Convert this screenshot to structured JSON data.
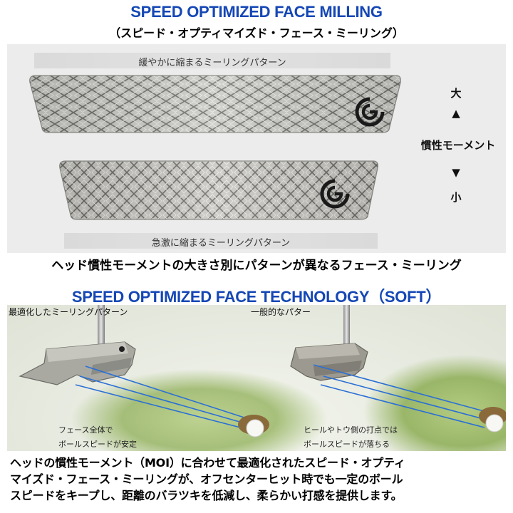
{
  "section1": {
    "title": "SPEED OPTIMIZED FACE MILLING",
    "subtitle": "（スピード・オプティマイズド・フェース・ミーリング）",
    "top_band_label": "緩やかに縮まるミーリングパターン",
    "bottom_band_label": "急激に縮まるミーリングパターン",
    "scale": {
      "large": "大",
      "up_arrow": "▲",
      "label": "慣性モーメント",
      "down_arrow": "▼",
      "small": "小"
    },
    "caption": "ヘッド慣性モーメントの大きさ別にパターンが異なるフェース・ミーリング"
  },
  "section2": {
    "title": "SPEED OPTIMIZED FACE TECHNOLOGY（SOFT）",
    "left_label": "最適化したミーリングパターン",
    "right_label": "一般的なパター",
    "left_note_line1": "フェース全体で",
    "left_note_line2": "ボールスピードが安定",
    "right_note_line1": "ヒールやトウ側の打点では",
    "right_note_line2": "ボールスピードが落ちる"
  },
  "description": {
    "line1": "ヘッドの慣性モーメント（MOI）に合わせて最適化されたスピード・オプティ",
    "line2": "マイズド・フェース・ミーリングが、オフセンターヒット時でも一定のボール",
    "line3": "スピードをキープし、距離のバラツキを低減し、柔らかい打感を提供します。"
  },
  "colors": {
    "title_blue": "#1547b5",
    "aim_line_blue": "#2a6fd6",
    "grass_green": "#7aa33a"
  },
  "icons": [
    "brand-logo-icon",
    "arrow-up-icon",
    "arrow-down-icon",
    "golf-ball-icon"
  ]
}
